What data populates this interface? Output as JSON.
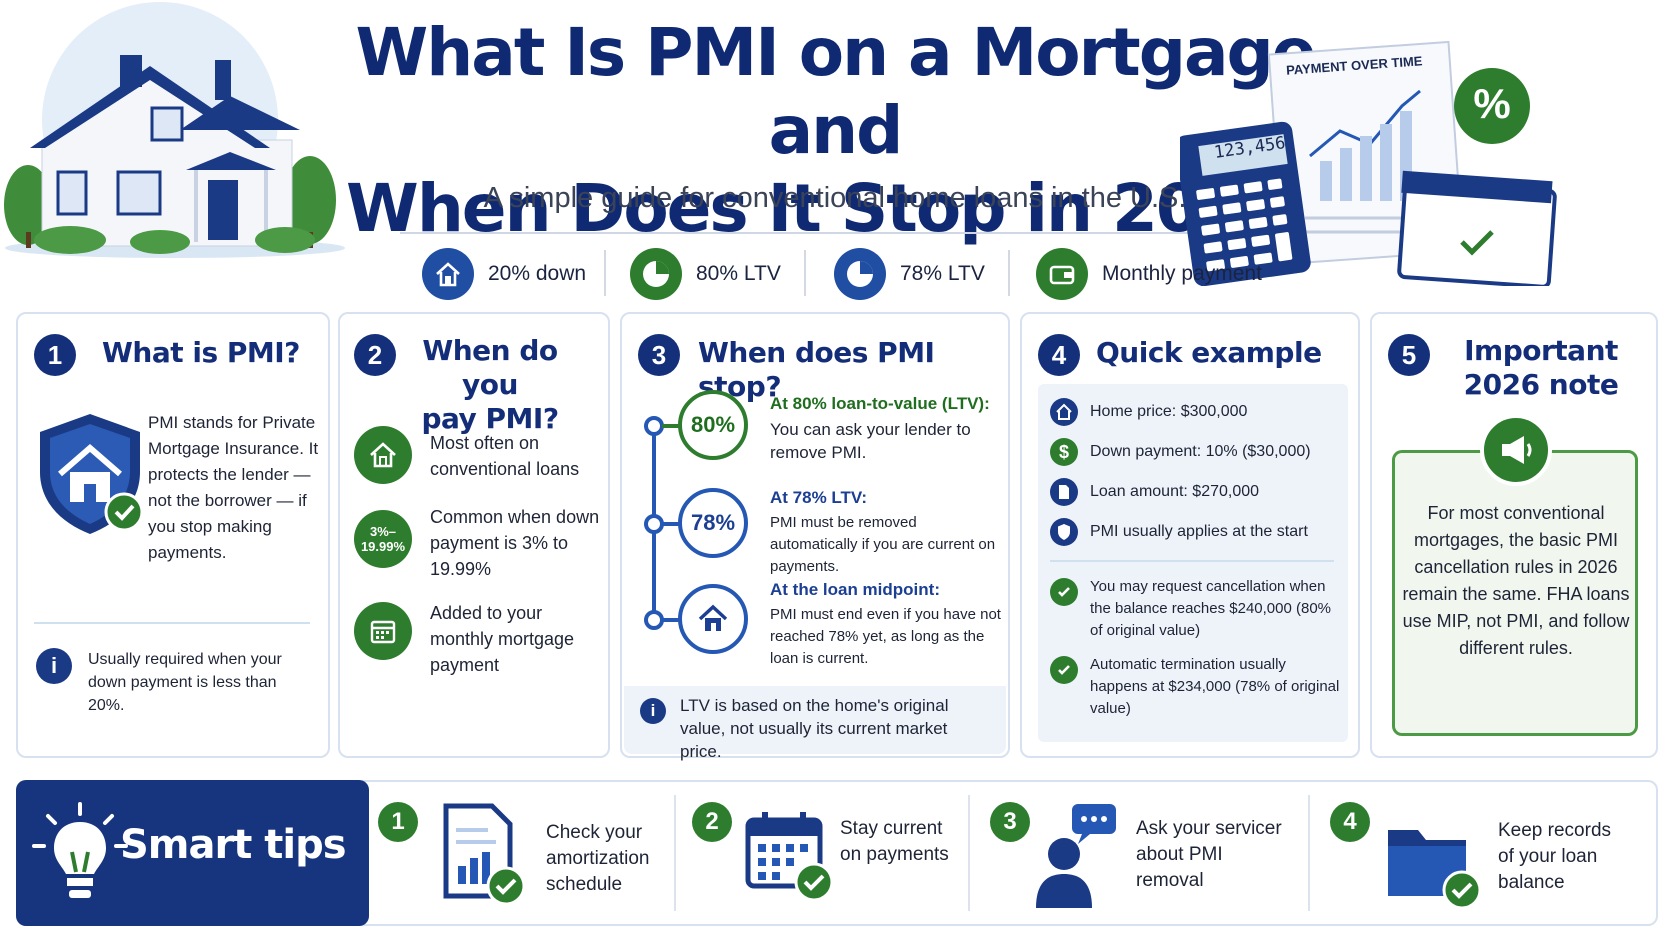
{
  "header": {
    "title_line1": "What Is PMI on a Mortgage and",
    "title_line2": "When Does It Stop in 2026?",
    "subtitle": "A simple guide for conventional home loans in the U.S."
  },
  "illustration": {
    "payment_label": "PAYMENT OVER TIME",
    "calculator_display": "123,456",
    "percent_symbol": "%"
  },
  "pills": [
    {
      "label": "20% down",
      "icon": "house-icon"
    },
    {
      "label": "80% LTV",
      "icon": "pie-chart-icon"
    },
    {
      "label": "78% LTV",
      "icon": "pie-chart-icon"
    },
    {
      "label": "Monthly payment",
      "icon": "wallet-icon"
    }
  ],
  "cards": {
    "c1": {
      "num": "1",
      "title": "What is PMI?",
      "desc": "PMI stands for Private Mortgage Insurance. It protects the lender — not the borrower — if you stop making payments.",
      "note": "Usually required when your down payment is less than 20%."
    },
    "c2": {
      "num": "2",
      "title_l1": "When do you",
      "title_l2": "pay PMI?",
      "items": [
        {
          "text": "Most often on conventional loans",
          "badge": ""
        },
        {
          "text": "Common when down payment is 3% to 19.99%",
          "badge_l1": "3%–",
          "badge_l2": "19.99%"
        },
        {
          "text": "Added to your monthly mortgage payment",
          "badge": ""
        }
      ]
    },
    "c3": {
      "num": "3",
      "title": "When does PMI stop?",
      "steps": [
        {
          "badge": "80%",
          "head": "At 80% loan-to-value (LTV):",
          "text": "You can ask your lender to remove PMI."
        },
        {
          "badge": "78%",
          "head": "At 78% LTV:",
          "text": "PMI must be removed automatically if you are current on payments."
        },
        {
          "badge": "",
          "head": "At the loan midpoint:",
          "text": "PMI must end even if you have not reached 78% yet, as long as the loan is current."
        }
      ],
      "note": "LTV is based on the home's original value, not usually its current market price."
    },
    "c4": {
      "num": "4",
      "title": "Quick example",
      "facts": [
        {
          "icon": "home-icon",
          "text": "Home price: $300,000"
        },
        {
          "icon": "dollar-icon",
          "text": "Down payment: 10% ($30,000)"
        },
        {
          "icon": "document-icon",
          "text": "Loan amount: $270,000"
        },
        {
          "icon": "shield-icon",
          "text": "PMI usually applies at the start"
        }
      ],
      "checks": [
        "You may request cancellation when the balance reaches $240,000 (80% of original value)",
        "Automatic termination usually happens at $234,000 (78% of original value)"
      ]
    },
    "c5": {
      "num": "5",
      "title_l1": "Important",
      "title_l2": "2026 note",
      "text": "For most conventional mortgages, the basic PMI cancellation rules in 2026 remain the same. FHA loans use MIP, not PMI, and follow different rules."
    }
  },
  "tips": {
    "title": "Smart tips",
    "items": [
      {
        "num": "1",
        "text_l1": "Check your",
        "text_l2": "amortization",
        "text_l3": "schedule"
      },
      {
        "num": "2",
        "text_l1": "Stay current",
        "text_l2": "on payments",
        "text_l3": ""
      },
      {
        "num": "3",
        "text_l1": "Ask your servicer",
        "text_l2": "about PMI",
        "text_l3": "removal"
      },
      {
        "num": "4",
        "text_l1": "Keep records",
        "text_l2": "of your loan",
        "text_l3": "balance"
      }
    ]
  },
  "colors": {
    "navy": "#15307a",
    "green": "#2e7d2e",
    "border": "#d7e1ef"
  }
}
